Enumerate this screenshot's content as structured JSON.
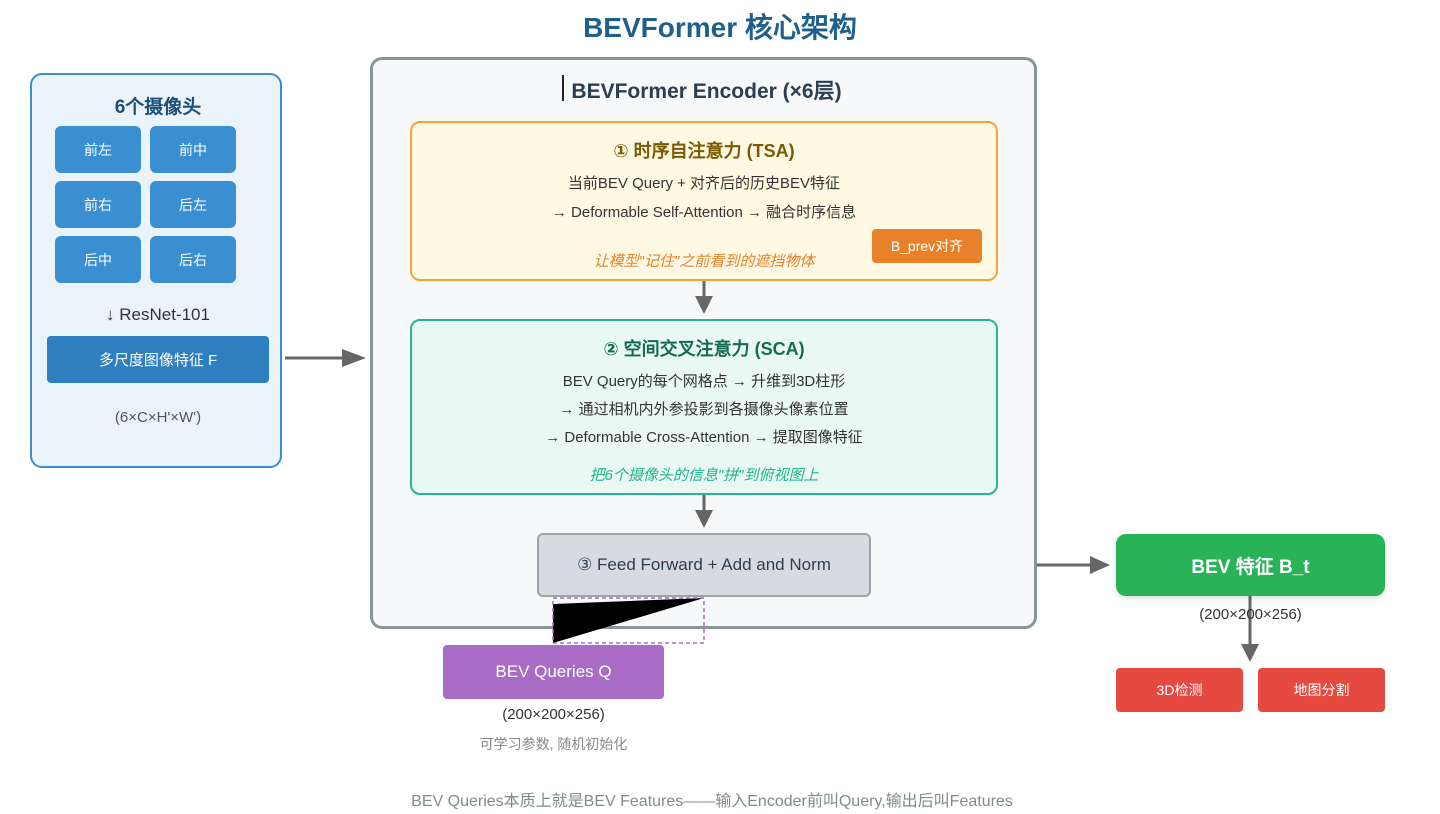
{
  "title": "BEVFormer 核心架构",
  "cameras": {
    "title": "6个摄像头",
    "items": [
      "前左",
      "前中",
      "前右",
      "后左",
      "后中",
      "后右"
    ],
    "backbone": "↓ ResNet-101",
    "feature_label": "多尺度图像特征 F",
    "feature_dims": "(6×C×H'×W')"
  },
  "encoder": {
    "title": "BEVFormer Encoder (×6层)",
    "tsa": {
      "title": "① 时序自注意力 (TSA)",
      "line1": "当前BEV Query + 对齐后的历史BEV特征",
      "line2": "→ Deformable Self-Attention → 融合时序信息",
      "note": "让模型\"记住\"之前看到的遮挡物体",
      "badge": "B_prev对齐"
    },
    "sca": {
      "title": "② 空间交叉注意力 (SCA)",
      "line1": "BEV Query的每个网格点 → 升维到3D柱形",
      "line2": "→ 通过相机内外参投影到各摄像头像素位置",
      "line3": "→ Deformable Cross-Attention → 提取图像特征",
      "note": "把6个摄像头的信息\"拼\"到俯视图上"
    },
    "ffn": "③ Feed Forward + Add and Norm"
  },
  "queries": {
    "label": "BEV Queries Q",
    "dims": "(200×200×256)",
    "sub": "可学习参数, 随机初始化"
  },
  "output": {
    "label": "BEV 特征 B_t",
    "dims": "(200×200×256)",
    "tasks": [
      "3D检测",
      "地图分割"
    ]
  },
  "footer": "BEV Queries本质上就是BEV Features——输入Encoder前叫Query,输出后叫Features",
  "colors": {
    "title": "#1f5f8b",
    "tsa_border": "#f0a830",
    "tsa_title": "#7a5a00",
    "tsa_note": "#e8822a",
    "sca_border": "#23b893",
    "sca_title": "#146b55",
    "sca_note": "#1fb58f",
    "queries": "#a86cc6",
    "output": "#28b359",
    "task": "#e5493f"
  }
}
